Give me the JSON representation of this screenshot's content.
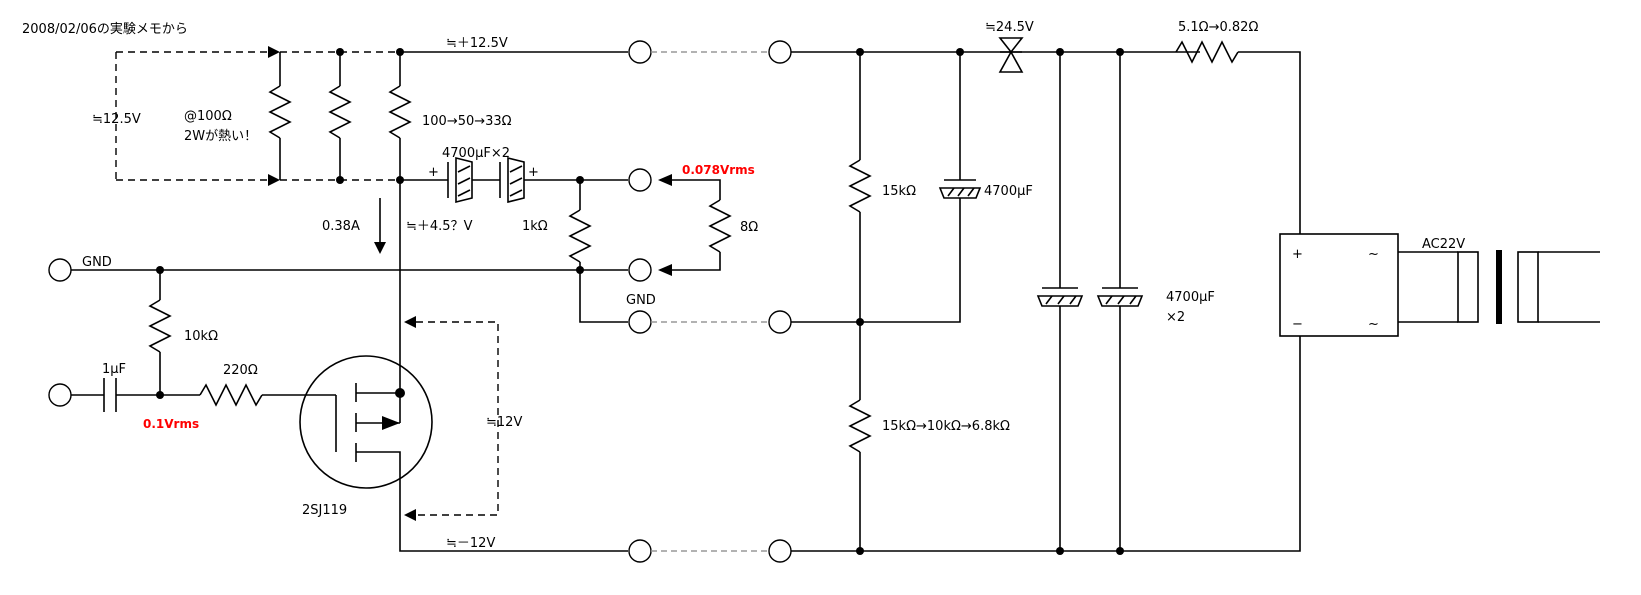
{
  "header": {
    "note": "2008/02/06の実験メモから"
  },
  "labels": {
    "v_top_rail": "≒＋12.5V",
    "v_left_dashed": "≒12.5V",
    "at_100ohm": "@100Ω",
    "hot_2w": "2Wが熱い！",
    "r_series_values": "100→50→",
    "r_series_final": "33Ω",
    "cap_coupling": "4700μF×2",
    "plus_a": "+",
    "plus_b": "+",
    "v_078": "0.078Vrms",
    "r_load": "8Ω",
    "current": "0.38A",
    "v_45": "≒＋4.5？V",
    "r_1k": "1kΩ",
    "gnd_left": "GND",
    "gnd_mid": "GND",
    "r_10k": "10kΩ",
    "c_1u": "1μF",
    "r_220": "220Ω",
    "v_01": "0.1Vrms",
    "v_12_dashed": "≒12V",
    "transistor": "2SJ119",
    "v_minus_12": "≒－12V",
    "r_15k_top": "15kΩ",
    "c_4700_single": "4700μF",
    "r_15k_bottom_values": "15kΩ→10kΩ→",
    "r_15k_bottom_final": "6.8kΩ",
    "v_245": "≒24.5V",
    "r_5_1": "5.1Ω→0.82Ω",
    "c_4700_x2_a": "4700μF",
    "c_4700_x2_b": "×2",
    "bridge_plus": "+",
    "bridge_minus": "−",
    "bridge_ac_a": "~",
    "bridge_ac_b": "~",
    "ac22": "AC22V"
  }
}
